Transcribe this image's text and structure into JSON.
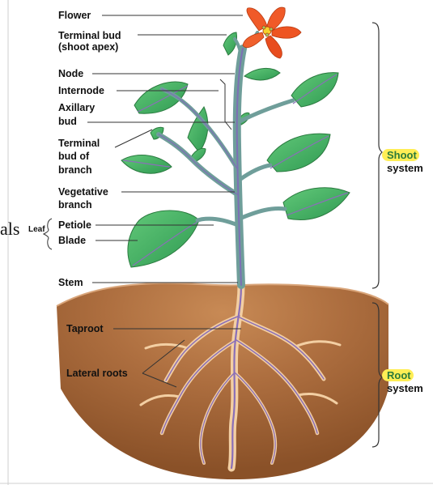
{
  "labels": {
    "flower": "Flower",
    "terminal_bud_1": "Terminal bud",
    "terminal_bud_2": "(shoot apex)",
    "node": "Node",
    "internode": "Internode",
    "axillary_1": "Axillary",
    "axillary_2": "bud",
    "terminal_branch_1": "Terminal",
    "terminal_branch_2": "bud of",
    "terminal_branch_3": "branch",
    "vegetative_1": "Vegetative",
    "vegetative_2": "branch",
    "leaf": "Leaf",
    "petiole": "Petiole",
    "blade": "Blade",
    "stem": "Stem",
    "taproot": "Taproot",
    "lateral_roots": "Lateral roots",
    "shoot_1": "Shoot",
    "shoot_2": "system",
    "root_1": "Root",
    "root_2": "system",
    "overflow_text": "als"
  },
  "colors": {
    "soil": "#a0643a",
    "leaf": "#4cb86a",
    "stem": "#6f9e9a",
    "petal": "#f05a28",
    "root": "#f0c89a",
    "label_accent": "#2b7a3a",
    "highlight": "#ffee55"
  }
}
